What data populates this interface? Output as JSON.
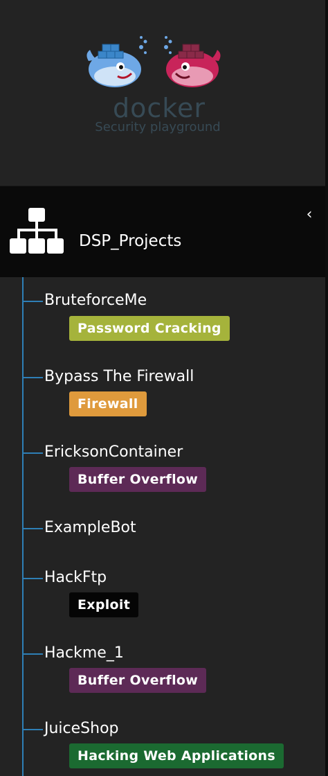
{
  "logo": {
    "brand": "docker",
    "tagline": "Security playground"
  },
  "header": {
    "title": "DSP_Projects",
    "collapse_icon": "‹"
  },
  "colors": {
    "tree_line": "#2e7fb6",
    "password_cracking": "#a5b33b",
    "firewall": "#df9a3c",
    "buffer_overflow": "#5d2a56",
    "exploit": "#050505",
    "hacking_web": "#1b6a31"
  },
  "projects": [
    {
      "name": "BruteforceMe",
      "tag": "Password Cracking",
      "tag_color": "#a5b33b"
    },
    {
      "name": "Bypass The Firewall",
      "tag": "Firewall",
      "tag_color": "#df9a3c"
    },
    {
      "name": "EricksonContainer",
      "tag": "Buffer Overflow",
      "tag_color": "#5d2a56"
    },
    {
      "name": "ExampleBot",
      "tag": "",
      "tag_color": ""
    },
    {
      "name": "HackFtp",
      "tag": "Exploit",
      "tag_color": "#050505"
    },
    {
      "name": "Hackme_1",
      "tag": "Buffer Overflow",
      "tag_color": "#5d2a56"
    },
    {
      "name": "JuiceShop",
      "tag": "Hacking Web Applications",
      "tag_color": "#1b6a31"
    }
  ]
}
